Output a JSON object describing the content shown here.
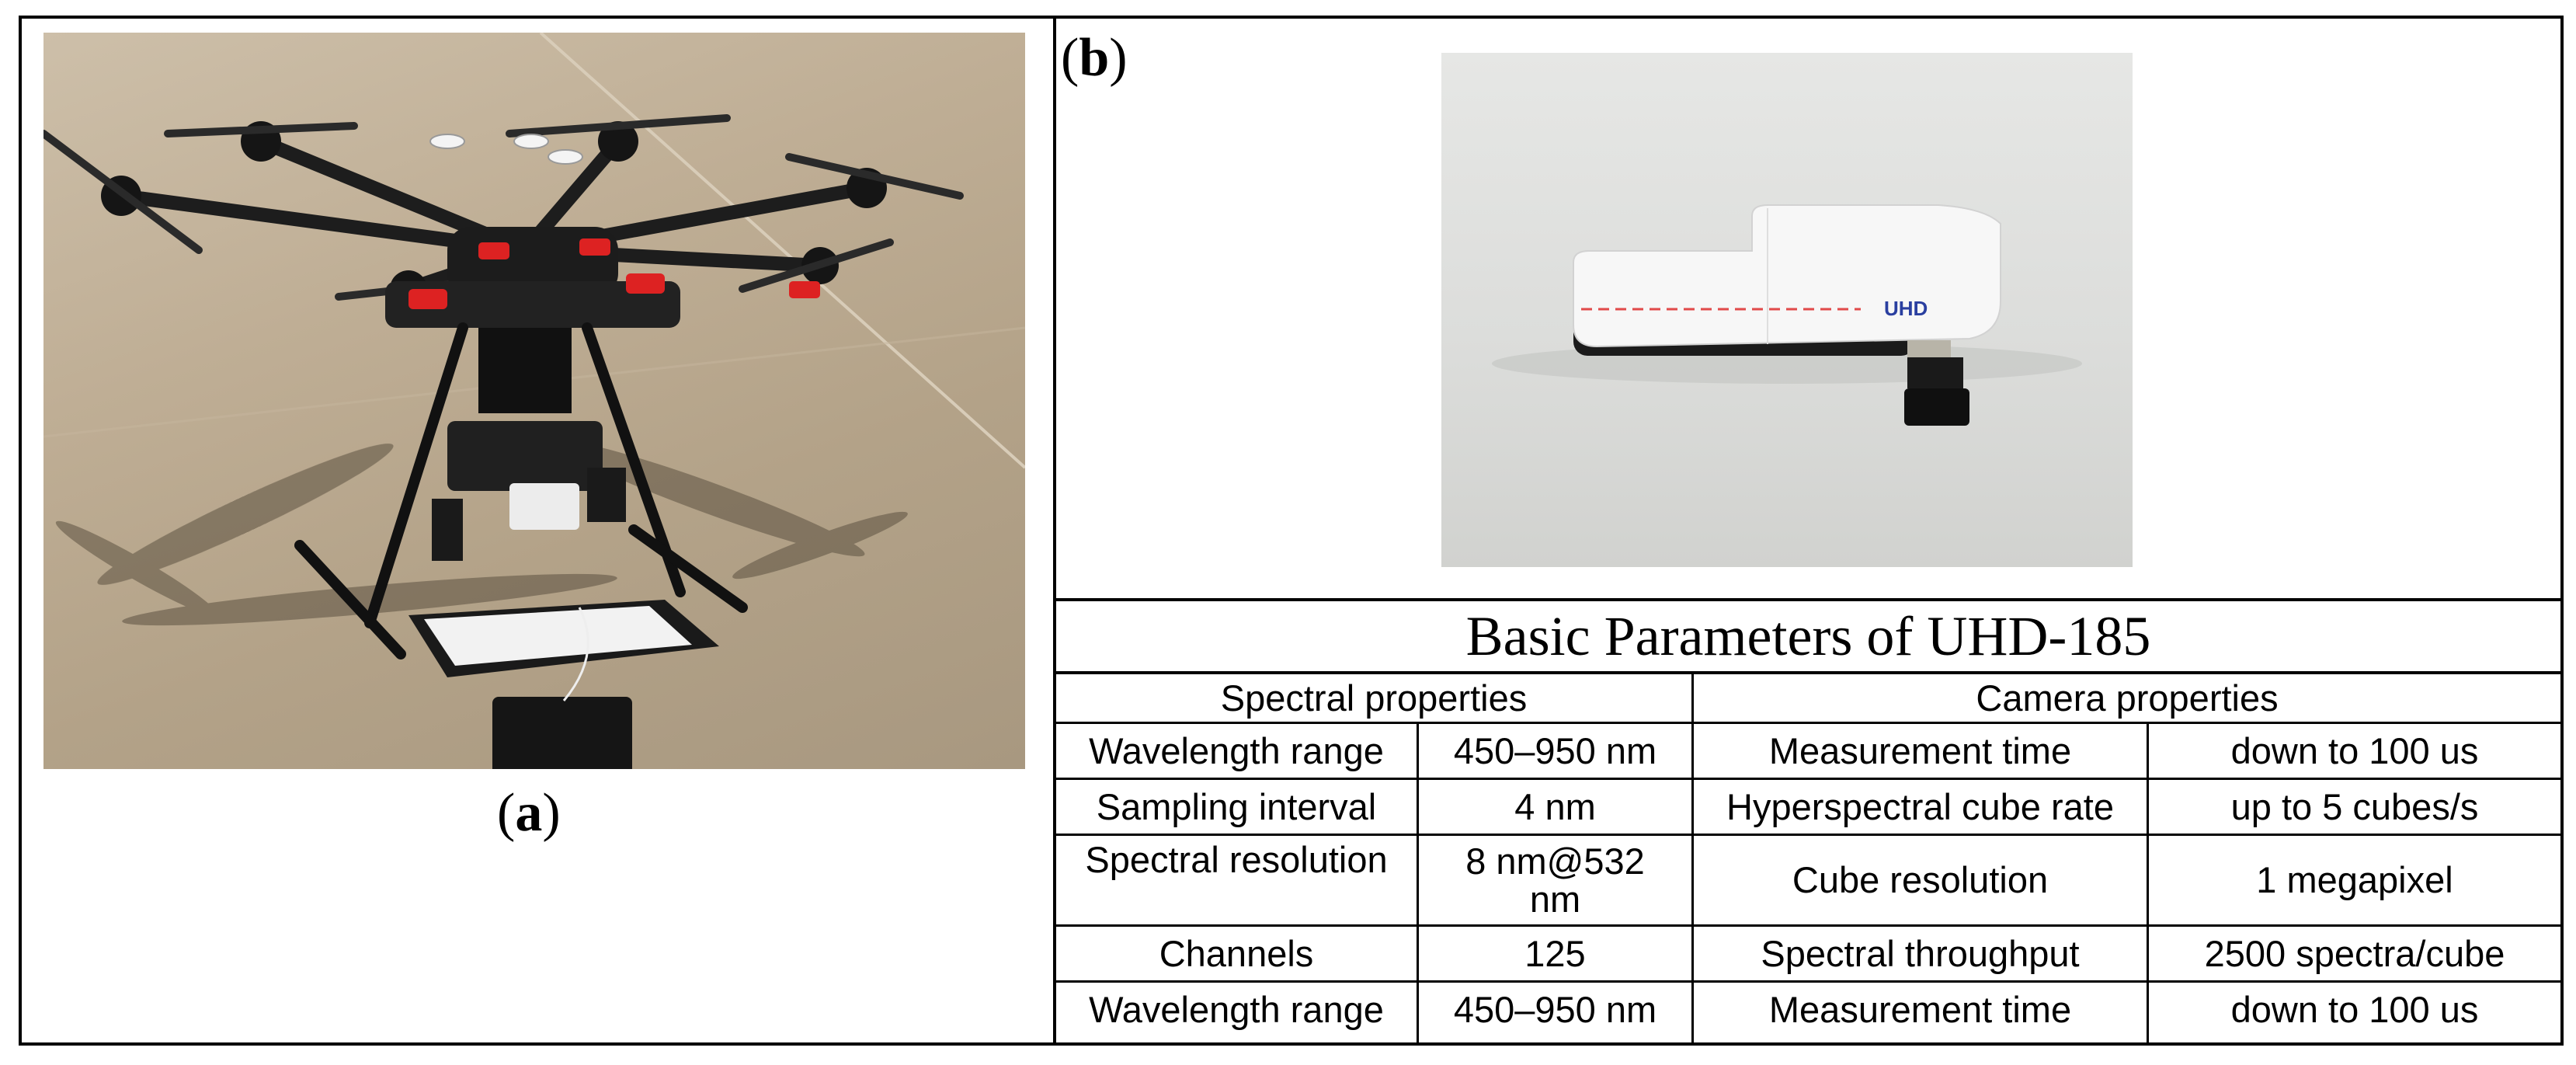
{
  "captions": {
    "a_open": "(",
    "a_letter": "a",
    "a_close": ")",
    "b_open": "(",
    "b_letter": "b",
    "b_close": ")"
  },
  "table": {
    "title": "Basic Parameters of UHD-185",
    "headers": [
      "Spectral properties",
      "Camera properties"
    ],
    "rows": [
      [
        "Wavelength range",
        "450–950 nm",
        "Measurement time",
        "down to 100 us"
      ],
      [
        "Sampling interval",
        "4 nm",
        "Hyperspectral cube rate",
        "up to 5 cubes/s"
      ],
      [
        "Spectral resolution",
        "8 nm@532 nm",
        "Cube resolution",
        "1 megapixel"
      ],
      [
        "Channels",
        "125",
        "Spectral throughput",
        "2500 spectra/cube"
      ],
      [
        "Wavelength range",
        "450–950 nm",
        "Measurement time",
        "down to 100 us"
      ]
    ]
  },
  "photo_b_label": "UHD"
}
